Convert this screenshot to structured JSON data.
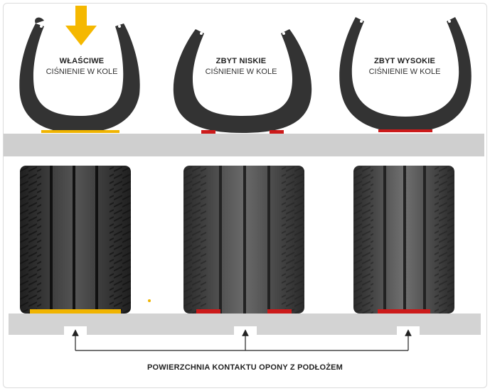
{
  "panels": [
    {
      "title": "WŁAŚCIWE",
      "subtitle": "CIŚNIENIE W KOLE",
      "contact_color": "#f0b400"
    },
    {
      "title": "ZBYT NISKIE",
      "subtitle": "CIŚNIENIE W KOLE",
      "contact_color": "#cc1a1a"
    },
    {
      "title": "ZBYT WYSOKIE",
      "subtitle": "CIŚNIENIE W KOLE",
      "contact_color": "#cc1a1a"
    }
  ],
  "caption": "POWIERZCHNIA KONTAKTU OPONY Z PODŁOŻEM",
  "colors": {
    "arrow": "#f5b800",
    "tire": "#3a3a3a",
    "ground": "#cfcfcf"
  }
}
